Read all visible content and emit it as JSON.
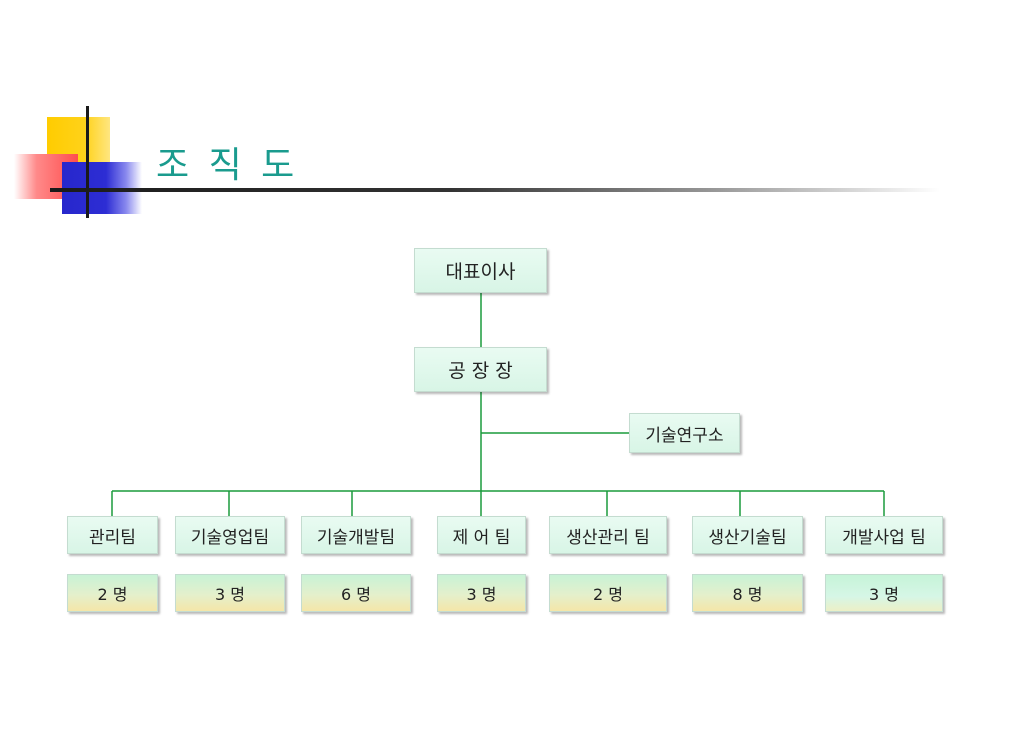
{
  "title": "조 직 도",
  "nodes": {
    "ceo": "대표이사",
    "plant_manager": "공 장 장",
    "rnd": "기술연구소"
  },
  "teams": [
    {
      "name": "관리팀",
      "count": "2 명"
    },
    {
      "name": "기술영업팀",
      "count": "3 명"
    },
    {
      "name": "기술개발팀",
      "count": "6 명"
    },
    {
      "name": "제 어 팀",
      "count": "3 명"
    },
    {
      "name": "생산관리 팀",
      "count": "2 명"
    },
    {
      "name": "생산기술팀",
      "count": "8 명"
    },
    {
      "name": "개발사업 팀",
      "count": "3 명"
    }
  ],
  "colors": {
    "title": "#1a9b8e",
    "connector": "#1a9b3c",
    "box_fill": "#e0f8ec"
  }
}
